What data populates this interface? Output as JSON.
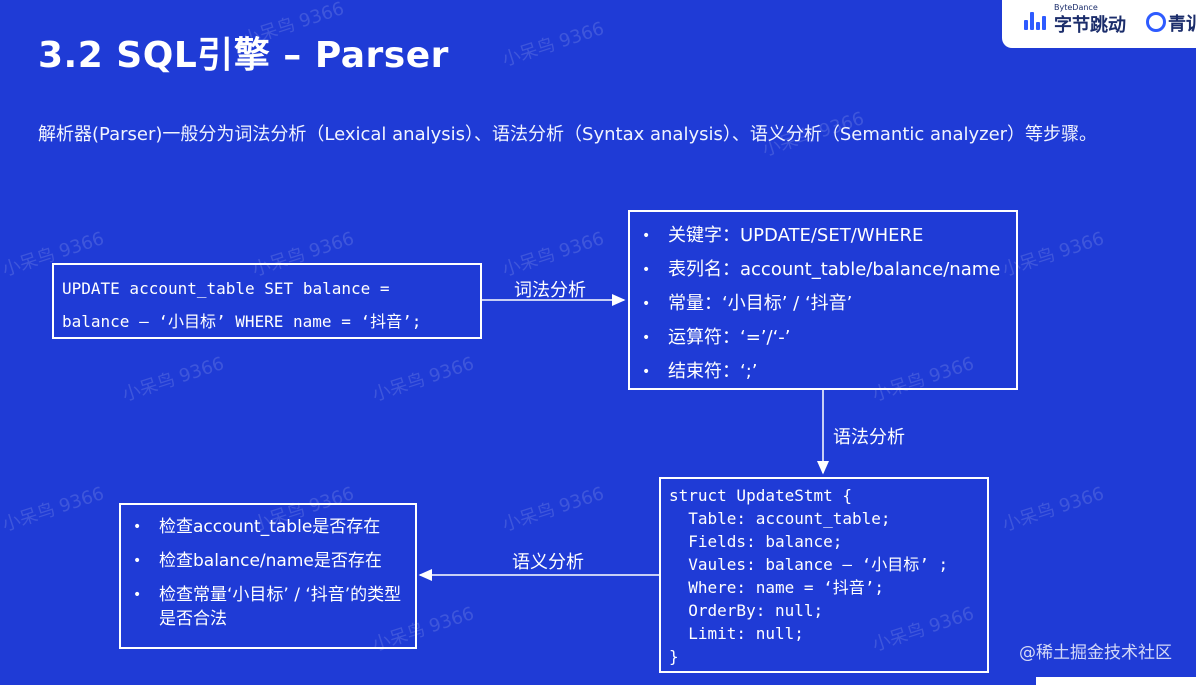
{
  "slide": {
    "title": "3.2 SQL引擎 – Parser",
    "description": "解析器(Parser)一般分为词法分析（Lexical analysis）、语法分析（Syntax analysis）、语义分析（Semantic analyzer）等步骤。"
  },
  "logo": {
    "small_text": "ByteDance",
    "main_text": "字节跳动",
    "second_text": "青训"
  },
  "sql_box": {
    "lines": [
      "UPDATE account_table SET balance =",
      "balance – ‘小目标’ WHERE name = ‘抖音’;"
    ]
  },
  "tokens_box": {
    "items": [
      "关键字：UPDATE/SET/WHERE",
      "表列名：account_table/balance/name",
      "常量：‘小目标’ / ‘抖音’",
      "运算符：‘=’/‘-’",
      "结束符：‘;’"
    ]
  },
  "struct_box": {
    "lines": [
      "struct UpdateStmt {",
      "  Table: account_table;",
      "  Fields: balance;",
      "  Vaules: balance – ‘小目标’ ;",
      "  Where: name = ‘抖音’;",
      "  OrderBy: null;",
      "  Limit: null;",
      "}"
    ]
  },
  "check_box": {
    "items": [
      "检查account_table是否存在",
      "检查balance/name是否存在",
      "检查常量‘小目标’ / ‘抖音’的类型是否合法"
    ]
  },
  "flow_labels": {
    "lexical": "词法分析",
    "syntax": "语法分析",
    "semantic": "语义分析"
  },
  "watermark": "小呆鸟 9366",
  "community_text": "@稀土掘金技术社区",
  "colors": {
    "background": "#1f3bd6",
    "foreground": "#ffffff"
  }
}
